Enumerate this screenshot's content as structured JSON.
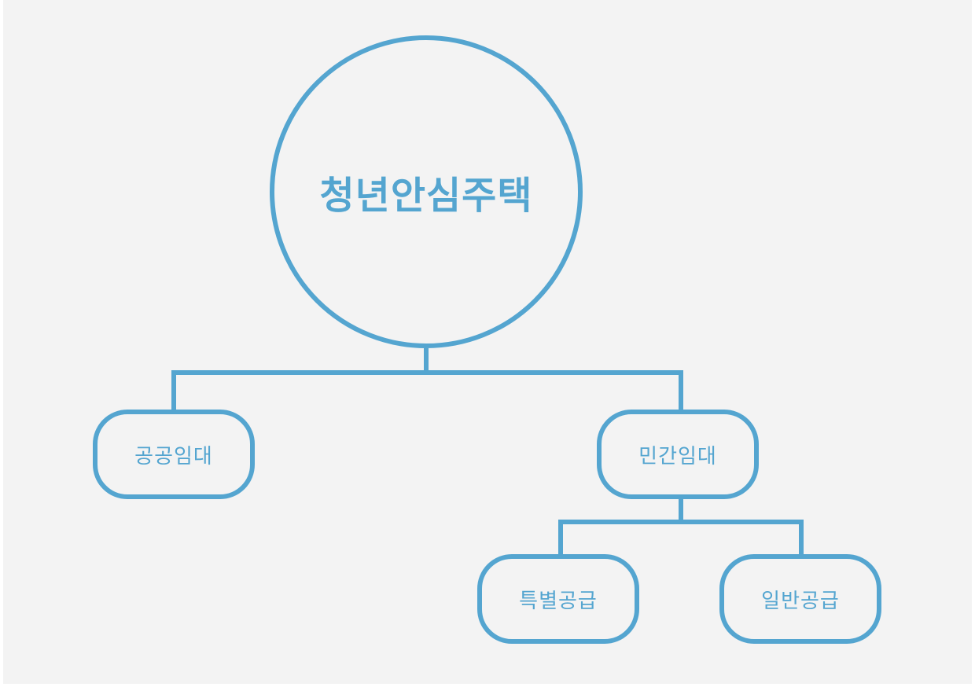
{
  "diagram": {
    "root": {
      "label": "청년안심주택"
    },
    "children": [
      {
        "label": "공공임대"
      },
      {
        "label": "민간임대",
        "children": [
          {
            "label": "특별공급"
          },
          {
            "label": "일반공급"
          }
        ]
      }
    ]
  },
  "colors": {
    "stroke": "#54a5d0",
    "background": "#f3f3f3"
  }
}
